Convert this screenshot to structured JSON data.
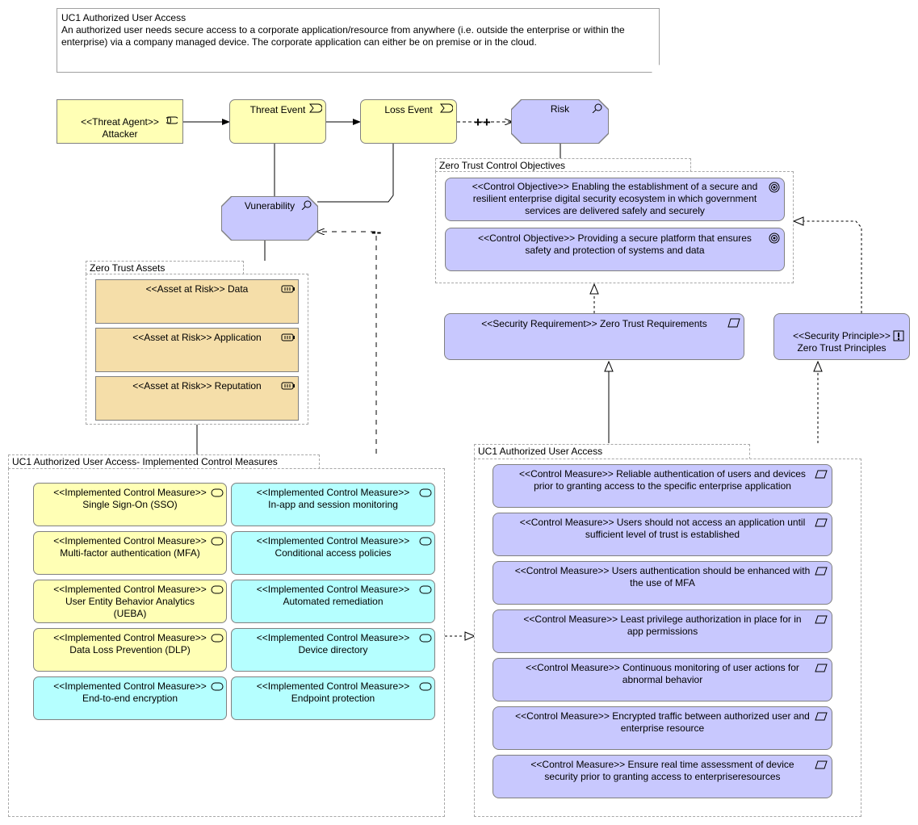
{
  "note": {
    "title": "UC1 Authorized User Access",
    "body": "An authorized user needs secure access to a corporate application/resource from anywhere (i.e. outside the enterprise or within the enterprise) via a company managed device. The corporate application can either be on premise or in the cloud."
  },
  "threat_agent": {
    "label": "<<Threat Agent>>\nAttacker",
    "icon": "role-icon"
  },
  "threat_event": {
    "label": "Threat Event",
    "icon": "event-icon"
  },
  "loss_event": {
    "label": "Loss Event",
    "icon": "event-icon"
  },
  "risk": {
    "label": "Risk",
    "icon": "assessment-icon"
  },
  "vulnerability": {
    "label": "Vunerability",
    "icon": "assessment-icon"
  },
  "influence_plus": "++",
  "influence_minus": "--",
  "control_objectives_group": {
    "label": "Zero Trust Control Objectives",
    "items": [
      {
        "label": "<<Control Objective>> Enabling the establishment of a secure and resilient enterprise digital security ecosystem in which government services are delivered safely and securely"
      },
      {
        "label": "<<Control Objective>> Providing a secure platform that ensures safety and protection of systems and data"
      }
    ]
  },
  "security_requirement": {
    "label": "<<Security Requirement>> Zero Trust Requirements"
  },
  "security_principle": {
    "label": "<<Security Principle>>\nZero Trust Principles"
  },
  "assets_group": {
    "label": "Zero Trust Assets",
    "items": [
      {
        "label": "<<Asset at Risk>>  Data"
      },
      {
        "label": "<<Asset at Risk>> Application"
      },
      {
        "label": "<<Asset at Risk>> Reputation"
      }
    ]
  },
  "implemented_group": {
    "label": "UC1 Authorized User Access-  Implemented Control Measures",
    "left": [
      {
        "label": "<<Implemented Control Measure>>\nSingle Sign-On (SSO)"
      },
      {
        "label": "<<Implemented Control Measure>>\nMulti-factor authentication (MFA)"
      },
      {
        "label": "<<Implemented Control Measure>>\nUser Entity Behavior Analytics\n(UEBA)"
      },
      {
        "label": "<<Implemented Control Measure>>\nData Loss Prevention (DLP)"
      },
      {
        "label": "<<Implemented Control Measure>>\nEnd-to-end encryption"
      }
    ],
    "right": [
      {
        "label": "<<Implemented Control Measure>>\nIn-app and session monitoring"
      },
      {
        "label": "<<Implemented Control Measure>>\nConditional access policies"
      },
      {
        "label": "<<Implemented Control Measure>>\nAutomated remediation"
      },
      {
        "label": "<<Implemented Control Measure>>\nDevice directory"
      },
      {
        "label": "<<Implemented Control Measure>>\nEndpoint protection"
      }
    ]
  },
  "control_measures_group": {
    "label": "UC1 Authorized User Access",
    "items": [
      {
        "label": "<<Control Measure>> Reliable authentication of users and devices prior to granting access to the specific enterprise application"
      },
      {
        "label": "<<Control Measure>> Users should not access an application until sufficient level of trust is established"
      },
      {
        "label": "<<Control Measure>> Users authentication should be enhanced with the use of MFA"
      },
      {
        "label": "<<Control Measure>> Least privilege authorization in place for in app permissions"
      },
      {
        "label": "<<Control Measure>> Continuous monitoring of user actions for abnormal behavior"
      },
      {
        "label": "<<Control Measure>> Encrypted traffic between authorized user and enterprise resource"
      },
      {
        "label": "<<Control Measure>> Ensure real time assessment of device security prior to granting access to enterpriseresources"
      }
    ]
  },
  "colors": {
    "threat": "#ffffb5",
    "motivation": "#c8c8fe",
    "asset": "#f5dea9",
    "implemented_yellow": "#ffffb5",
    "implemented_cyan": "#b5ffff"
  }
}
